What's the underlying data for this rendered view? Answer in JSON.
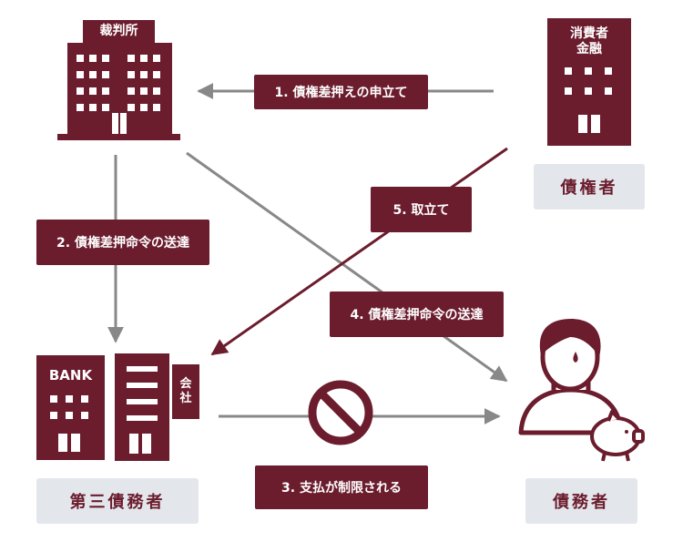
{
  "building_signs": {
    "court": "裁判所",
    "consumer_finance": "消費者\n金融",
    "bank": "BANK",
    "company": "会\n社"
  },
  "roles": {
    "creditor": "債権者",
    "third_party_debtor": "第三債務者",
    "debtor": "債務者"
  },
  "steps": {
    "step1": "1. 債権差押えの申立て",
    "step2": "2. 債権差押命令の送達",
    "step3": "3. 支払が制限される",
    "step4": "4. 債権差押命令の送達",
    "step5": "5. 取立て"
  },
  "colors": {
    "maroon": "#6b1c2d",
    "arrow_gray": "#888888",
    "role_bg": "#e3e7ec"
  },
  "icons": [
    "court-building-icon",
    "consumer-finance-building-icon",
    "bank-building-icon",
    "company-building-icon",
    "prohibited-icon",
    "person-icon",
    "piggy-bank-icon"
  ]
}
